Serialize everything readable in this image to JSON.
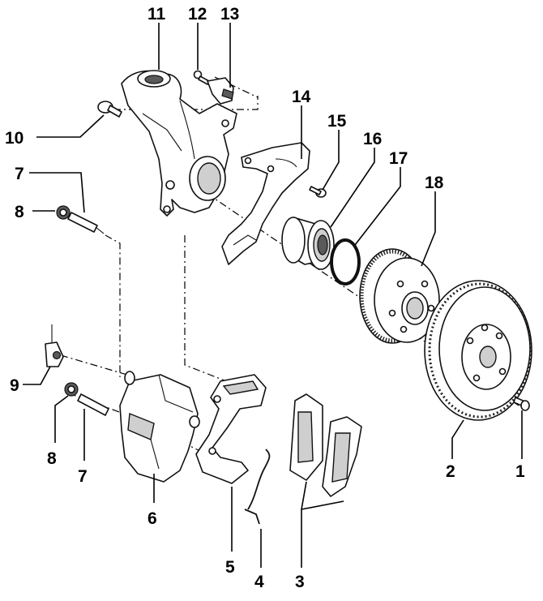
{
  "callouts": {
    "c1": "1",
    "c2": "2",
    "c3": "3",
    "c4": "4",
    "c5": "5",
    "c6": "6",
    "c7a": "7",
    "c7b": "7",
    "c8a": "8",
    "c8b": "8",
    "c9": "9",
    "c10": "10",
    "c11": "11",
    "c12": "12",
    "c13": "13",
    "c14": "14",
    "c15": "15",
    "c16": "16",
    "c17": "17",
    "c18": "18"
  },
  "colors": {
    "line": "#111111",
    "shade": "#cfcfcf",
    "background": "#ffffff"
  }
}
